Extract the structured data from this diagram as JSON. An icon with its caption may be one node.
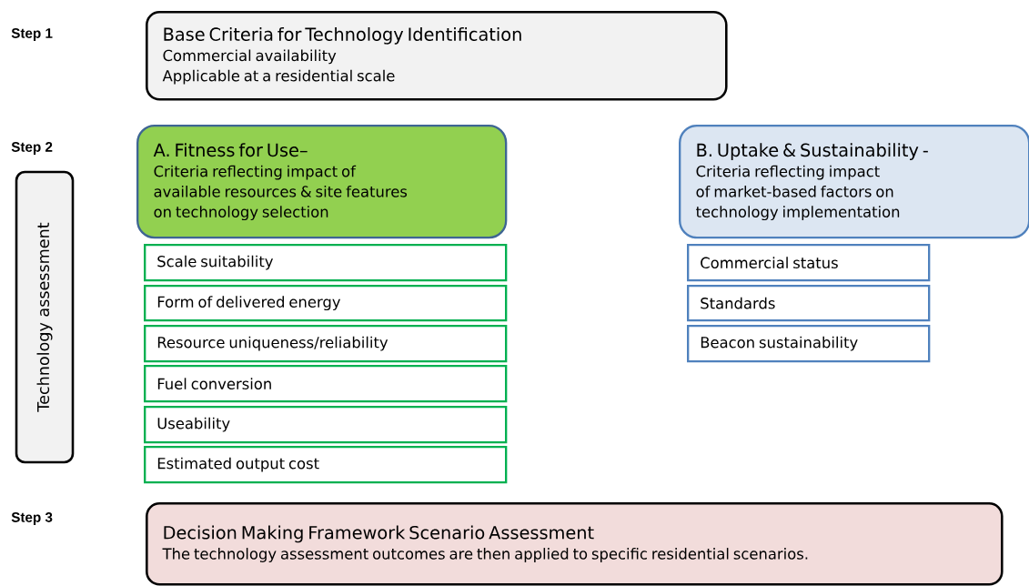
{
  "diagram": {
    "nodes": [
      {
        "text": [
          "Base Criteria for Technology Identification",
          "Commercial availability",
          "Applicable at a residential scale"
        ]
      },
      {
        "text": [
          "Technology assessment"
        ]
      },
      {
        "text": [
          "A. Fitness for Use–",
          "Criteria reflecting impact of available resources & site features on technology selection"
        ]
      },
      {
        "text": [
          "Scale suitability"
        ]
      },
      {
        "text": [
          "Form of delivered energy"
        ]
      },
      {
        "text": [
          "Resource uniqueness/reliability"
        ]
      },
      {
        "text": [
          "Fuel conversion"
        ]
      },
      {
        "text": [
          "Useability"
        ]
      },
      {
        "text": [
          "Estimated output cost"
        ]
      },
      {
        "text": [
          "B. Uptake & Sustainability -",
          "Criteria reflecting impact of market-based factors on technology implementation"
        ]
      },
      {
        "text": [
          "Commercial status"
        ]
      },
      {
        "text": [
          "Standards"
        ]
      },
      {
        "text": [
          "Beacon sustainability"
        ]
      },
      {
        "text": [
          "Decision Making Framework Scenario Assessment",
          "The technology assessment outcomes are then applied to specific residential scenarios."
        ]
      }
    ],
    "edges": [],
    "labels": [
      "Step 1",
      "Step 2",
      "Step 3"
    ]
  }
}
